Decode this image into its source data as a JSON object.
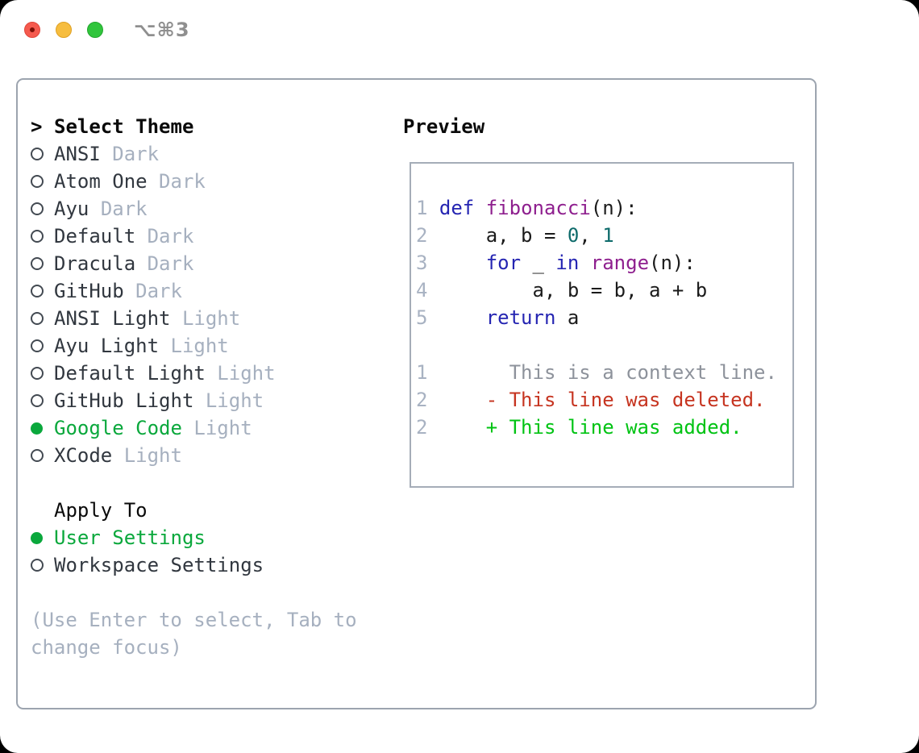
{
  "window": {
    "title": "⌥⌘3",
    "traffic_lights": [
      "close",
      "minimize",
      "zoom"
    ]
  },
  "theme_picker": {
    "cursor": ">",
    "heading": "Select Theme",
    "items": [
      {
        "name": "ANSI",
        "variant": "Dark",
        "selected": false
      },
      {
        "name": "Atom One",
        "variant": "Dark",
        "selected": false
      },
      {
        "name": "Ayu",
        "variant": "Dark",
        "selected": false
      },
      {
        "name": "Default",
        "variant": "Dark",
        "selected": false
      },
      {
        "name": "Dracula",
        "variant": "Dark",
        "selected": false
      },
      {
        "name": "GitHub",
        "variant": "Dark",
        "selected": false
      },
      {
        "name": "ANSI Light",
        "variant": "Light",
        "selected": false
      },
      {
        "name": "Ayu Light",
        "variant": "Light",
        "selected": false
      },
      {
        "name": "Default Light",
        "variant": "Light",
        "selected": false
      },
      {
        "name": "GitHub Light",
        "variant": "Light",
        "selected": false
      },
      {
        "name": "Google Code",
        "variant": "Light",
        "selected": true
      },
      {
        "name": "XCode",
        "variant": "Light",
        "selected": false
      }
    ]
  },
  "apply_to": {
    "heading": "Apply To",
    "options": [
      {
        "label": "User Settings",
        "selected": true
      },
      {
        "label": "Workspace Settings",
        "selected": false
      }
    ]
  },
  "help": {
    "line1": "(Use Enter to select, Tab to",
    "line2": "change focus)"
  },
  "preview": {
    "heading": "Preview",
    "lines": [
      [
        [
          "1",
          "ln"
        ],
        [
          " ",
          "pl"
        ],
        [
          "def",
          "kw"
        ],
        [
          " ",
          "pl"
        ],
        [
          "fibonacci",
          "fn"
        ],
        [
          "(n):",
          "pl"
        ]
      ],
      [
        [
          "2",
          "ln"
        ],
        [
          "     a, b = ",
          "pl"
        ],
        [
          "0",
          "nu"
        ],
        [
          ", ",
          "pl"
        ],
        [
          "1",
          "nu"
        ]
      ],
      [
        [
          "3",
          "ln"
        ],
        [
          "     ",
          "pl"
        ],
        [
          "for",
          "kw"
        ],
        [
          " _ ",
          "pl"
        ],
        [
          "in",
          "kw"
        ],
        [
          " ",
          "pl"
        ],
        [
          "range",
          "fn"
        ],
        [
          "(n):",
          "pl"
        ]
      ],
      [
        [
          "4",
          "ln"
        ],
        [
          "         a, b = b, a + b",
          "pl"
        ]
      ],
      [
        [
          "5",
          "ln"
        ],
        [
          "     ",
          "pl"
        ],
        [
          "return",
          "kw"
        ],
        [
          " a",
          "pl"
        ]
      ],
      [],
      [
        [
          "1",
          "ln"
        ],
        [
          "       ",
          "pl"
        ],
        [
          "This is a context line.",
          "ctx"
        ]
      ],
      [
        [
          "2",
          "ln"
        ],
        [
          "     ",
          "pl"
        ],
        [
          "- This line was deleted.",
          "del"
        ]
      ],
      [
        [
          "2",
          "ln"
        ],
        [
          "     ",
          "pl"
        ],
        [
          "+ This line was added.",
          "add"
        ]
      ]
    ]
  },
  "colors": {
    "selected_green": "#0aa83c",
    "added_green": "#00c313",
    "deleted_red": "#c63420",
    "keyword_blue": "#2525b2",
    "function_purple": "#8e1f8e",
    "number_teal": "#0e6b6b",
    "line_number_gray": "#a8b2c2",
    "context_gray": "#8d929b",
    "muted_gray": "#a6b0bf",
    "panel_border": "#9ca4af",
    "title_gray": "#8f8f8f"
  }
}
